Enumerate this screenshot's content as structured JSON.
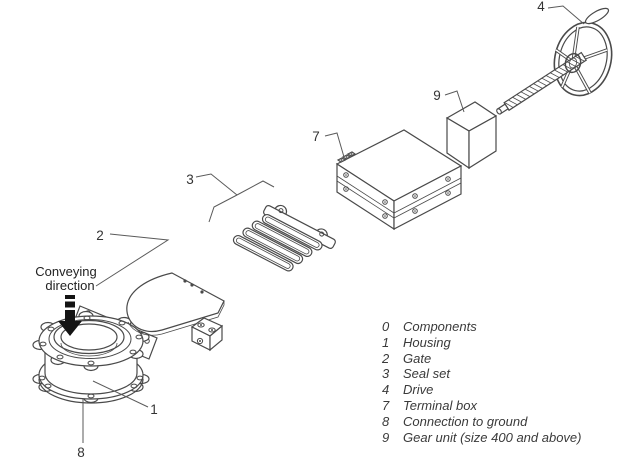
{
  "diagram": {
    "conveying_direction": {
      "line1": "Conveying",
      "line2": "direction"
    },
    "callouts": [
      {
        "number": "1"
      },
      {
        "number": "2"
      },
      {
        "number": "3"
      },
      {
        "number": "4"
      },
      {
        "number": "7"
      },
      {
        "number": "8"
      },
      {
        "number": "9"
      }
    ]
  },
  "legend": {
    "items": [
      {
        "num": "0",
        "label": "Components"
      },
      {
        "num": "1",
        "label": "Housing"
      },
      {
        "num": "2",
        "label": "Gate"
      },
      {
        "num": "3",
        "label": "Seal set"
      },
      {
        "num": "4",
        "label": "Drive"
      },
      {
        "num": "7",
        "label": "Terminal box"
      },
      {
        "num": "8",
        "label": "Connection to ground"
      },
      {
        "num": "9",
        "label": "Gear unit (size 400 and above)"
      }
    ]
  },
  "colors": {
    "line": "#4a4a4a",
    "leader": "#5a5a5a",
    "text": "#333333",
    "arrow": "#141414",
    "background": "#ffffff"
  }
}
